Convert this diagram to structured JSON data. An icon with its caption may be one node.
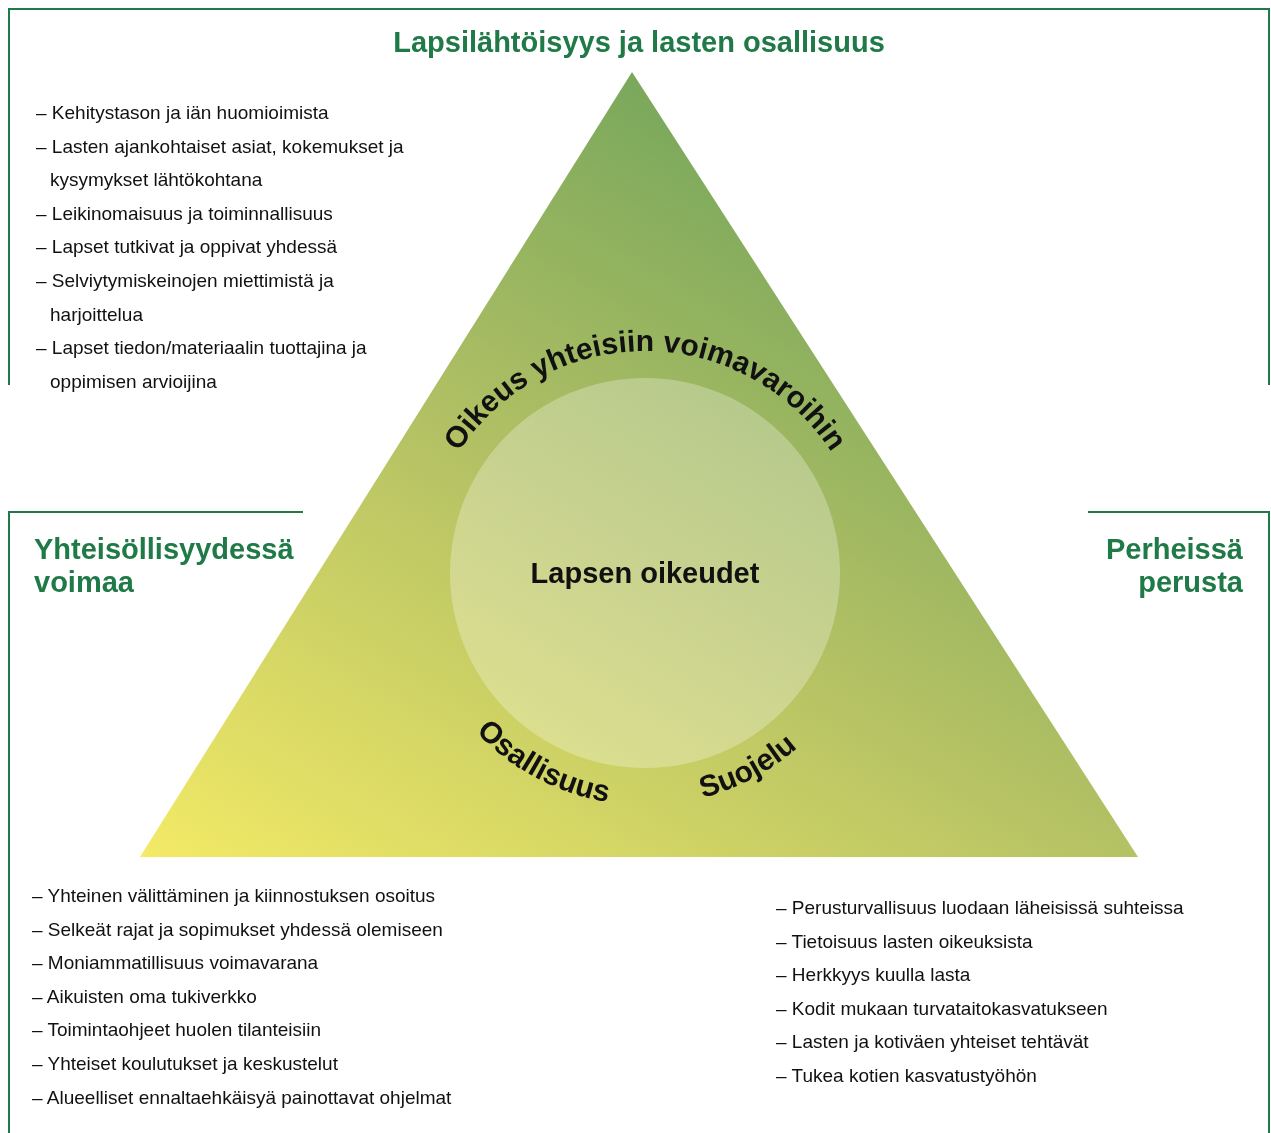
{
  "diagram": {
    "nodes": [
      {
        "text": [
          "Lapsilähtöisyys ja lasten osallisuus",
          "– Kehitystason ja iän huomioimista",
          "– Lasten ajankohtaiset asiat, kokemukset ja kysymykset lähtökohtana",
          "– Leikinomaisuus ja toiminnallisuus",
          "– Lapset tutkivat ja oppivat yhdessä",
          "– Selviytymiskeinojen miettimistä ja harjoittelua",
          "– Lapset tiedon/materiaalin tuottajina ja oppimisen arvioijina"
        ]
      },
      {
        "text": [
          "Yhteisöllisyydessä voimaa",
          "– Yhteinen välittäminen ja kiinnostuksen osoitus",
          "– Selkeät rajat ja sopimukset yhdessä olemiseen",
          "– Moniammatillisuus voimavarana",
          "– Aikuisten oma tukiverkko",
          "– Toimintaohjeet huolen tilanteisiin",
          "– Yhteiset koulutukset ja keskustelut",
          "– Alueelliset ennaltaehkäisyä painottavat ohjelmat"
        ]
      },
      {
        "text": [
          "Perheissä perusta",
          "– Perusturvallisuus luodaan läheisissä suhteissa",
          "– Tietoisuus lasten oikeuksista",
          "– Herkkyys kuulla lasta",
          "– Kodit mukaan turvataitokasvatukseen",
          "– Lasten ja kotiväen yhteiset tehtävät",
          "– Tukea kotien kasvatustyöhön"
        ]
      },
      {
        "text": [],
        "shape": "triangle"
      },
      {
        "text": [
          "Lapsen oikeudet"
        ],
        "in": 3
      },
      {
        "text": [
          "Oikeus yhteisiin voimavaroihin"
        ],
        "in": 3
      },
      {
        "text": [
          "Osallisuus"
        ],
        "in": 3
      },
      {
        "text": [
          "Suojelu"
        ],
        "in": 3
      }
    ],
    "edges": []
  }
}
